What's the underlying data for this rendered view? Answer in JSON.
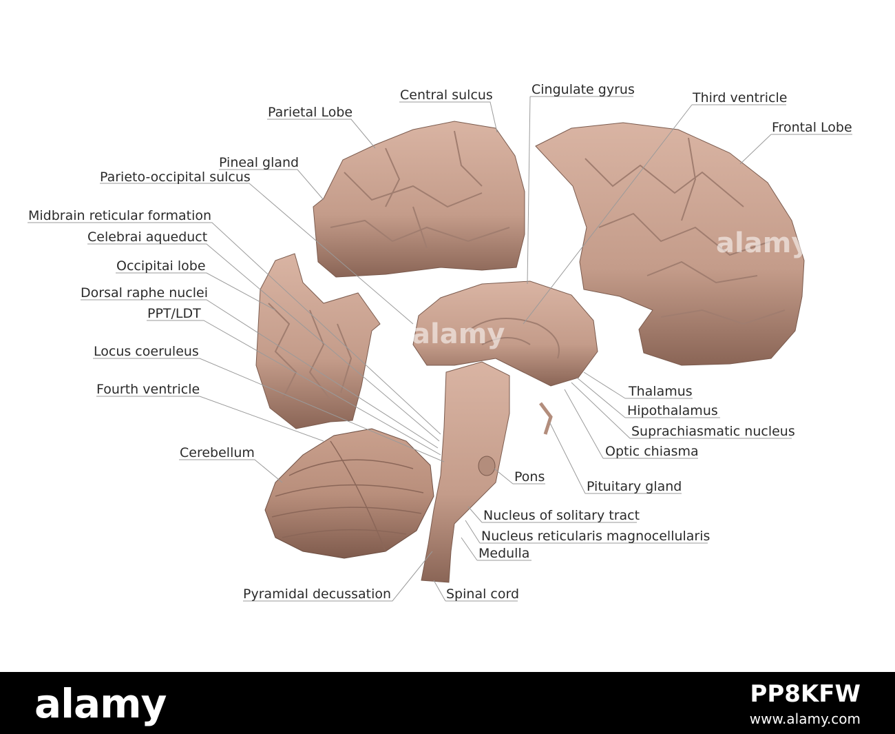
{
  "labels": {
    "central_sulcus": "Central sulcus",
    "cingulate_gyrus": "Cingulate gyrus",
    "third_ventricle": "Third ventricle",
    "parietal_lobe": "Parietal Lobe",
    "frontal_lobe": "Frontal Lobe",
    "pineal_gland": "Pineal gland",
    "parieto_occipital_sulcus": "Parieto-occipital sulcus",
    "midbrain_reticular_formation": "Midbrain reticular formation",
    "cerebral_aqueduct": "Celebrai aqueduct",
    "occipital_lobe": "Occipitai lobe",
    "dorsal_raphe_nuclei": "Dorsal raphe nuclei",
    "ppt_ldt": "PPT/LDT",
    "locus_coeruleus": "Locus coeruleus",
    "fourth_ventricle": "Fourth ventricle",
    "cerebellum": "Cerebellum",
    "pyramidal_decussation": "Pyramidal decussation",
    "thalamus": "Thalamus",
    "hypothalamus": "Hipothalamus",
    "suprachiasmatic_nucleus": "Suprachiasmatic nucleus",
    "optic_chiasma": "Optic chiasma",
    "pons": "Pons",
    "pituitary_gland": "Pituitary gland",
    "nucleus_solitary_tract": "Nucleus of solitary tract",
    "nucleus_reticularis": "Nucleus reticularis magnocellularis",
    "medulla": "Medulla",
    "spinal_cord": "Spinal cord"
  },
  "footer": {
    "logo": "alamy",
    "image_id": "PP8KFW",
    "url": "www.alamy.com"
  },
  "watermark": "alamy",
  "colors": {
    "tissue": "#cfa897",
    "tissue_dark": "#8e6a5c",
    "leader_line": "#9a9a9a",
    "footer_bg": "#000000"
  }
}
